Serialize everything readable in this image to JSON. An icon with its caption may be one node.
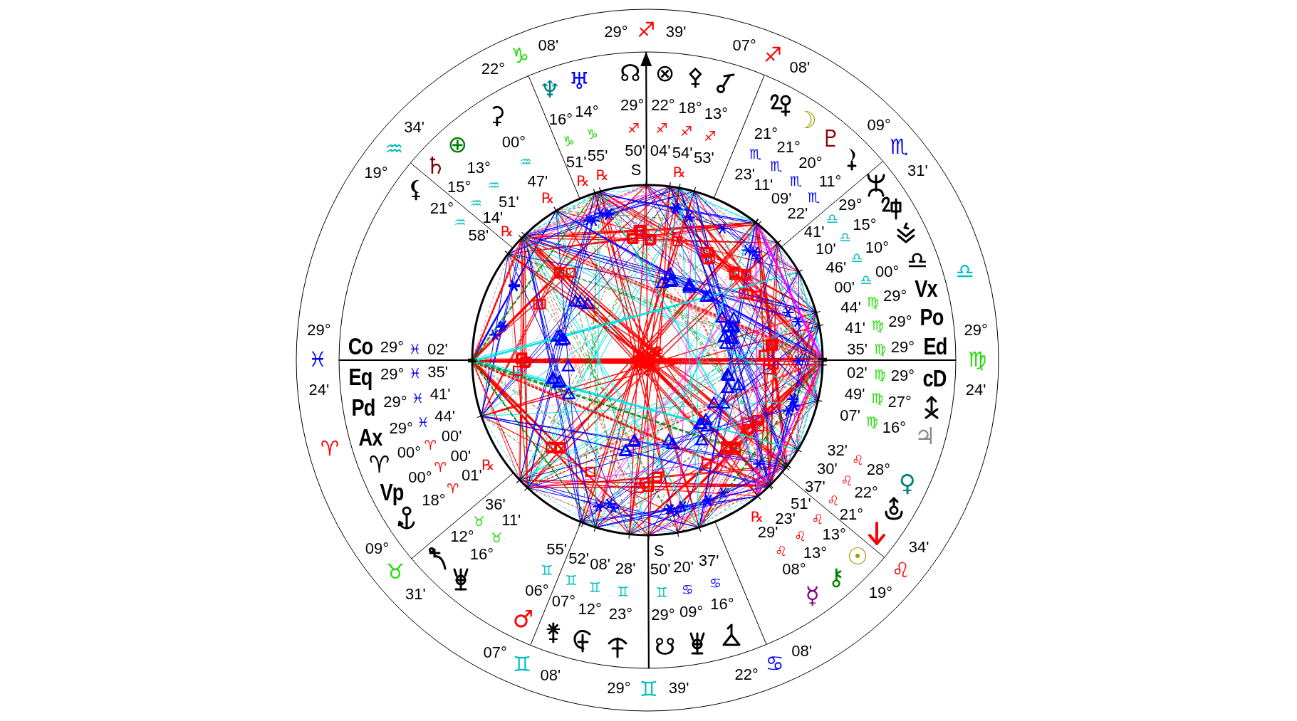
{
  "diagram": {
    "labels": [
      "29°",
      "♐",
      "39'",
      "07°",
      "♐",
      "08'",
      "09°",
      "♏",
      "31'",
      "♎",
      "29°",
      "♍",
      "24'",
      "19°",
      "♌",
      "34'",
      "22°",
      "♋",
      "08'",
      "29°",
      "♊",
      "39'",
      "07°",
      "♊",
      "08'",
      "09°",
      "♉",
      "31'",
      "♈",
      "29°",
      "♓",
      "24'",
      "19°",
      "♒",
      "34'",
      "22°",
      "♑",
      "08'",
      "Eq",
      "29°",
      "♓",
      "35'",
      "Pd",
      "29°",
      "♓",
      "41'",
      "Ax",
      "29°",
      "♓",
      "44'",
      "00'",
      "♈",
      "00°",
      "♈",
      "00'",
      "♈",
      "00°",
      "Vp",
      "℞",
      "01'",
      "♈",
      "18°",
      "36'",
      "♉",
      "12°",
      "11'",
      "♉",
      "16°",
      "55'",
      "♊",
      "06°",
      "♂",
      "52'",
      "♊",
      "07°",
      "⚵",
      "08'",
      "♊",
      "12°",
      "28'",
      "♊",
      "23°",
      "S",
      "50'",
      "♊",
      "29°",
      "☋",
      "20'",
      "♋",
      "09°",
      "37'",
      "♋",
      "16°",
      "51'",
      "♌",
      "13°",
      "☉",
      "23'",
      "♌",
      "13°",
      "⚷",
      "℞",
      "29'",
      "♌",
      "08°",
      "☿",
      "02'",
      "♍",
      "29°",
      "cD",
      "49'",
      "♍",
      "27°",
      "07'",
      "♍",
      "16°",
      "♃",
      "32'",
      "♌",
      "28°",
      "♀",
      "30'",
      "♌",
      "22°",
      "37'",
      "♌",
      "21°",
      "29°",
      "♎",
      "41'",
      "15°",
      "♎",
      "10'",
      "10°",
      "♎",
      "46'",
      "♎",
      "00°",
      "♎",
      "00'",
      "44'",
      "♍",
      "29°",
      "Vx",
      "41'",
      "♍",
      "29°",
      "Po",
      "35'",
      "♍",
      "29°",
      "Ed",
      "21°",
      "♏",
      "23'",
      "☽",
      "21°",
      "♏",
      "11'",
      "♇",
      "20°",
      "♏",
      "09'",
      "11°",
      "♏",
      "22'",
      "⊗",
      "22°",
      "♐",
      "04'",
      "⚴",
      "18°",
      "♐",
      "54'",
      "℞",
      "13°",
      "♐",
      "53'",
      "♆",
      "16°",
      "♑",
      "51'",
      "℞",
      "♅",
      "14°",
      "♑",
      "55'",
      "℞",
      "☊",
      "29°",
      "♐",
      "50'",
      "S",
      "⚳",
      "00°",
      "♒",
      "47'",
      "℞",
      "⊕",
      "13°",
      "♒",
      "51'",
      "♄",
      "15°",
      "♒",
      "14'",
      "℞",
      "⚸",
      "21°",
      "♒",
      "58'",
      "Co",
      "29°",
      "♓",
      "02'"
    ]
  }
}
